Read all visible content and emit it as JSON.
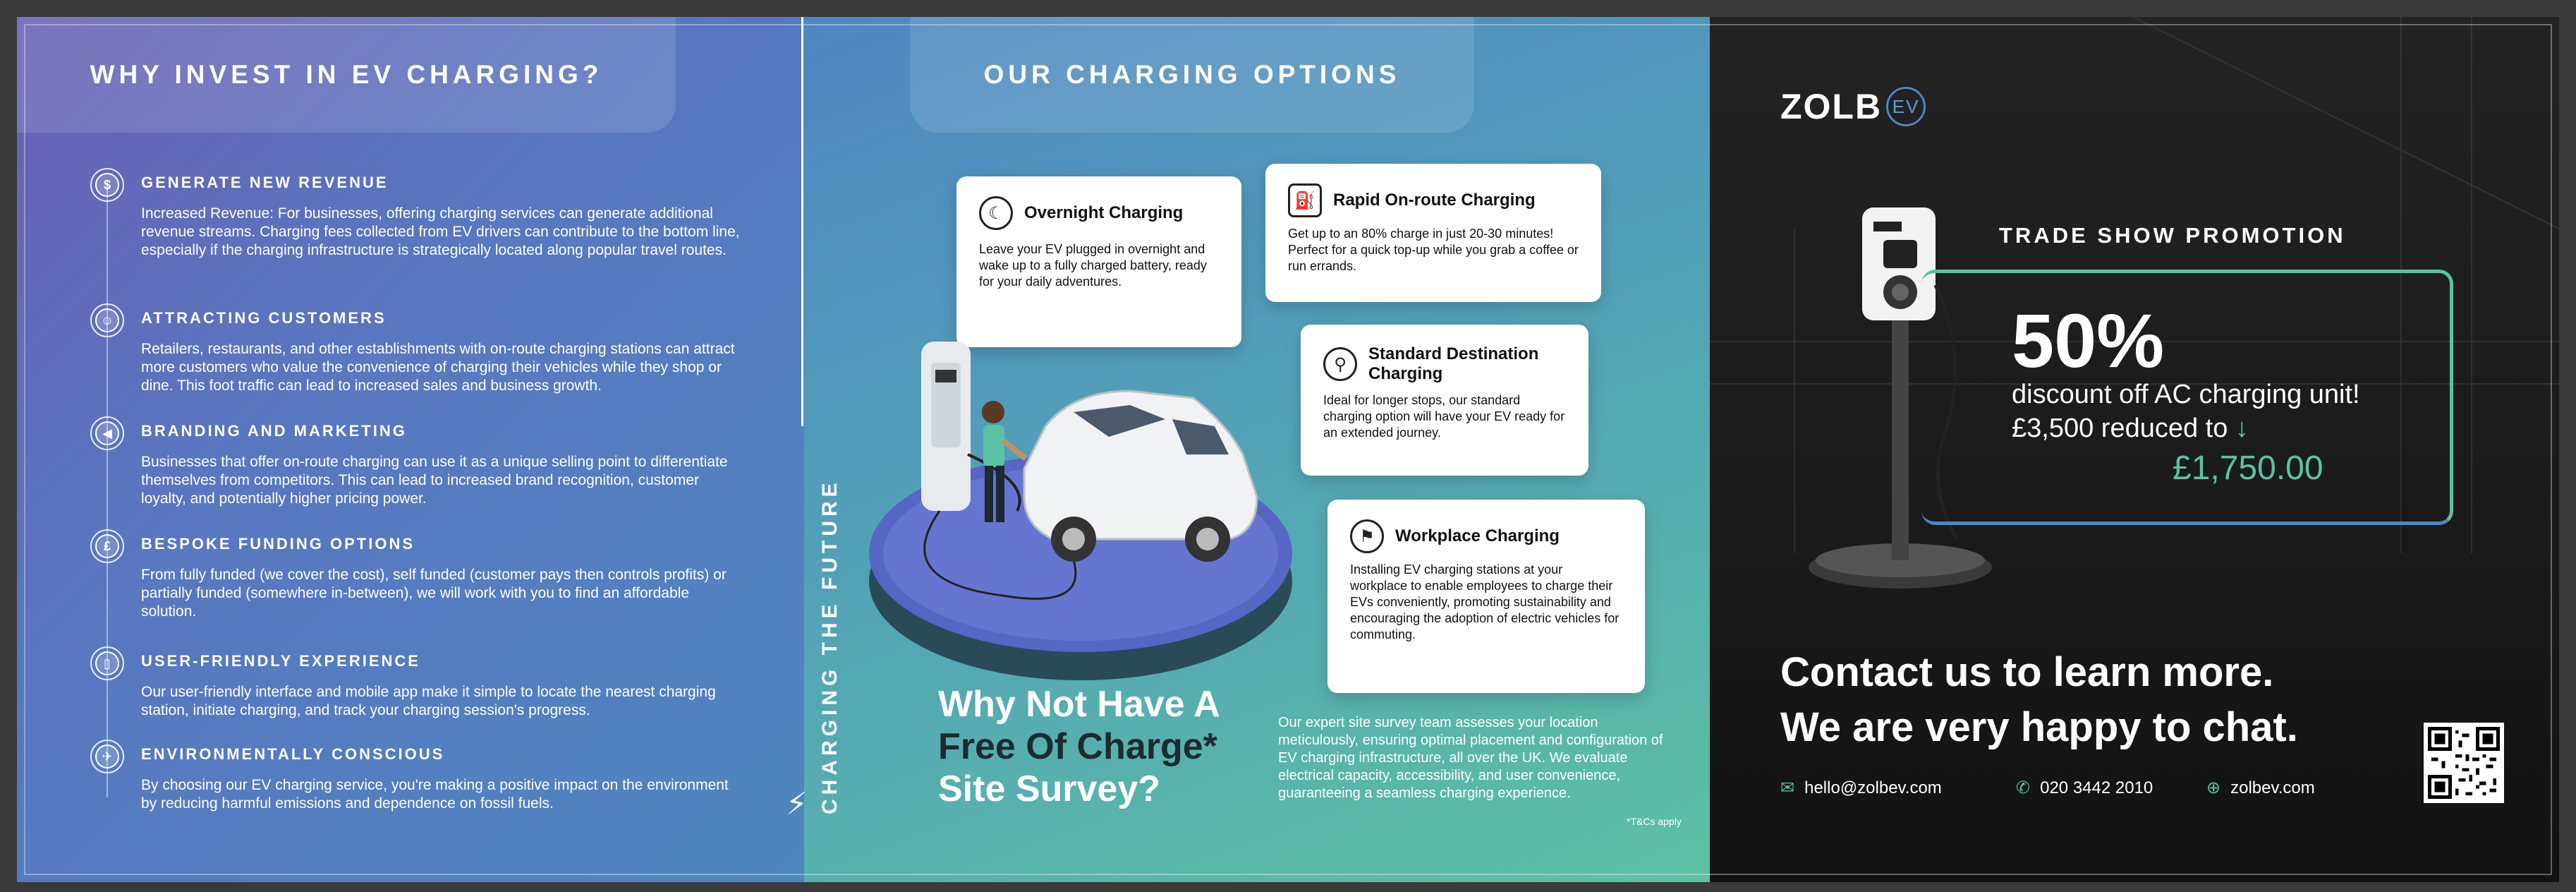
{
  "left": {
    "title": "WHY INVEST IN EV CHARGING?",
    "benefits": [
      {
        "icon": "pound-coin-icon",
        "glyph": "$",
        "title": "GENERATE NEW REVENUE",
        "text": "Increased Revenue: For businesses, offering charging services can generate additional revenue streams. Charging fees collected from EV drivers can contribute to the bottom line, especially if the charging infrastructure is strategically located along popular travel routes."
      },
      {
        "icon": "person-icon",
        "glyph": "☺",
        "title": "ATTRACTING CUSTOMERS",
        "text": "Retailers, restaurants, and other establishments with on-route charging stations can attract more customers who value the convenience of charging their vehicles while they shop or dine. This foot traffic can lead to increased sales and business growth."
      },
      {
        "icon": "megaphone-icon",
        "glyph": "◀",
        "title": "BRANDING AND MARKETING",
        "text": "Businesses that offer on-route charging can use it as a unique selling point to differentiate themselves from competitors. This can lead to increased brand recognition, customer loyalty, and potentially higher pricing power."
      },
      {
        "icon": "money-bag-icon",
        "glyph": "£",
        "title": "BESPOKE FUNDING OPTIONS",
        "text": "From fully funded (we cover the cost), self funded (customer pays then controls profits) or partially funded (somewhere in-between), we will work with you to find an affordable solution."
      },
      {
        "icon": "phone-icon",
        "glyph": "▯",
        "title": "USER-FRIENDLY EXPERIENCE",
        "text": "Our user-friendly interface and mobile app make it simple to locate the nearest charging station, initiate charging, and track your charging session's progress."
      },
      {
        "icon": "plane-icon",
        "glyph": "✈",
        "title": "ENVIRONMENTALLY CONSCIOUS",
        "text": "By choosing our EV charging service, you're making a positive impact on the environment by reducing harmful emissions and dependence on fossil fuels."
      }
    ],
    "vertical_tagline": "CHARGING THE FUTURE"
  },
  "middle": {
    "title": "OUR CHARGING OPTIONS",
    "options": [
      {
        "icon": "moon-plug-icon",
        "glyph": "☾",
        "title": "Overnight Charging",
        "text": "Leave your EV plugged in overnight and wake up to a fully charged battery, ready for your daily adventures."
      },
      {
        "icon": "fuel-pump-icon",
        "glyph": "⛽",
        "title": "Rapid On-route Charging",
        "text": "Get up to an 80% charge in just 20-30 minutes! Perfect for a quick top-up while you grab a coffee or run errands."
      },
      {
        "icon": "map-pin-icon",
        "glyph": "⚲",
        "title": "Standard Destination Charging",
        "text": "Ideal for longer stops, our standard charging option will have your EV ready for an extended journey."
      },
      {
        "icon": "location-pin-icon",
        "glyph": "⚑",
        "title": "Workplace Charging",
        "text": "Installing EV charging stations at your workplace to enable employees to charge their EVs conveniently, promoting sustainability and encouraging the adoption of electric vehicles for commuting."
      }
    ],
    "survey_line1": "Why Not Have A",
    "survey_line2": "Free Of Charge*",
    "survey_line3": "Site Survey?",
    "survey_text": "Our expert site survey team assesses your location meticulously, ensuring optimal placement and configuration of EV charging infrastructure, all over the UK. We evaluate electrical capacity, accessibility, and user convenience, guaranteeing a seamless charging experience.",
    "terms": "*T&Cs apply"
  },
  "right": {
    "logo_text": "ZOLB",
    "logo_ev": "EV",
    "promo_label": "TRADE SHOW PROMOTION",
    "promo_percent": "50%",
    "promo_line1": "discount off AC charging unit!",
    "promo_line2": "£3,500 reduced to",
    "promo_price": "£1,750.00",
    "contact_line1": "Contact us to learn more.",
    "contact_line2": "We are very happy to chat.",
    "email": "hello@zolbev.com",
    "phone": "020 3442 2010",
    "website": "zolbev.com"
  },
  "colors": {
    "accent_green": "#5cc2a3",
    "accent_blue": "#4f86c2",
    "purple": "#6a5fb4",
    "dark_bg": "#1a1a1a"
  }
}
